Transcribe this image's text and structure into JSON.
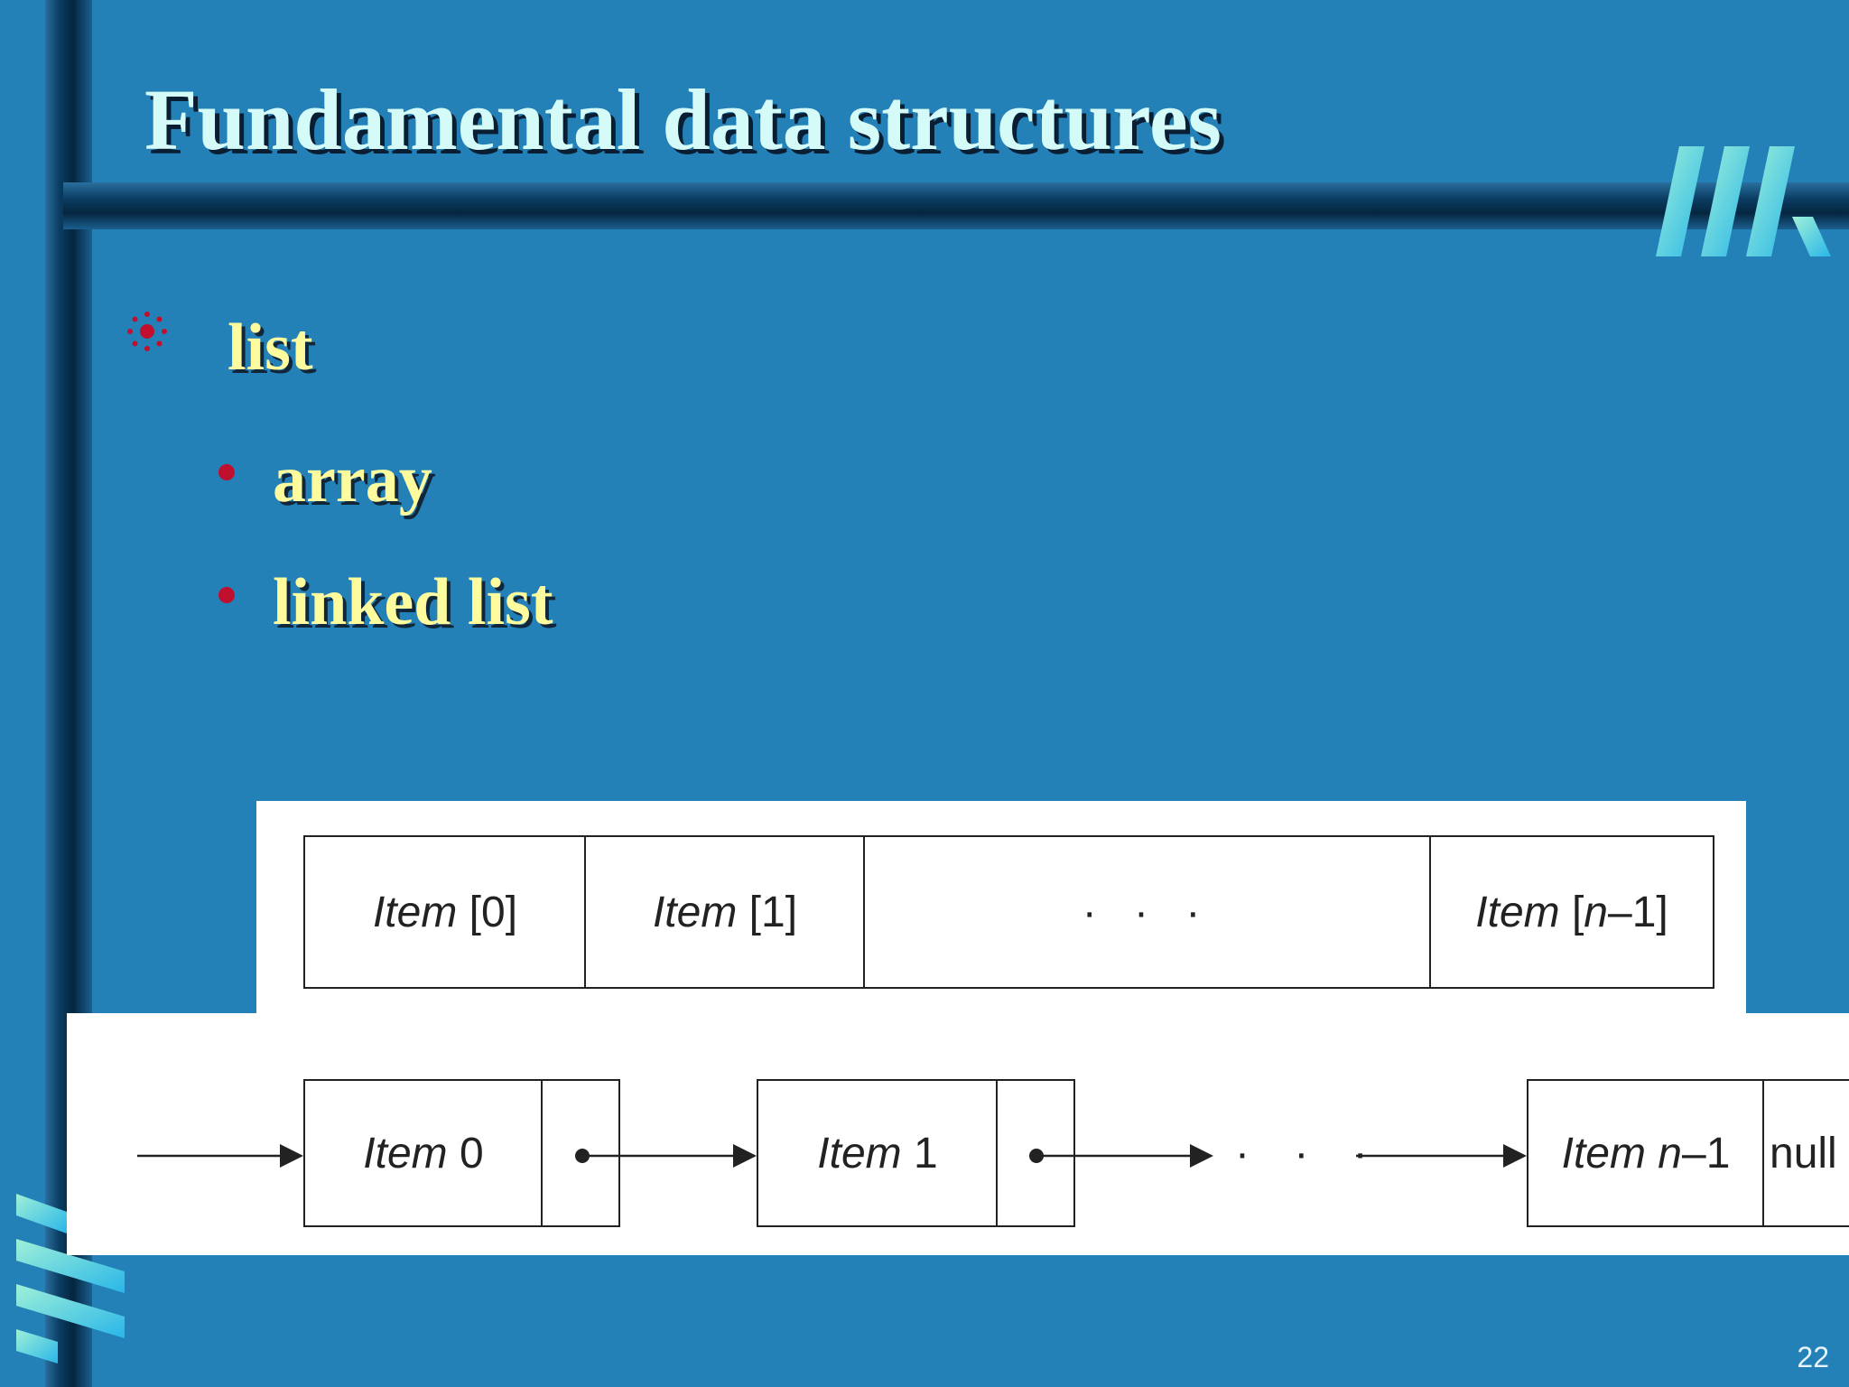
{
  "slide": {
    "title": "Fundamental data structures",
    "page_number": "22"
  },
  "bullets": {
    "level1": "list",
    "level2": [
      "array",
      "linked list"
    ]
  },
  "array_diagram": {
    "cells": [
      {
        "word": "Item",
        "index": " [0]"
      },
      {
        "word": "Item",
        "index": " [1]"
      },
      {
        "ellipsis": "· · ·"
      },
      {
        "word": "Item",
        "index_open": " [",
        "var": "n",
        "index_close": "–1]"
      }
    ]
  },
  "linked_list_diagram": {
    "nodes": [
      {
        "word": "Item",
        "rest": " 0"
      },
      {
        "word": "Item",
        "rest": " 1"
      },
      {
        "word": "Item",
        "var": " n",
        "rest": "–1",
        "null_label": "null"
      }
    ],
    "ellipsis": "· · ·"
  },
  "colors": {
    "background": "#2381b8",
    "title": "#d4fbf7",
    "bullet_text": "#fdfb9e",
    "bullet_marker": "#c0102e"
  }
}
